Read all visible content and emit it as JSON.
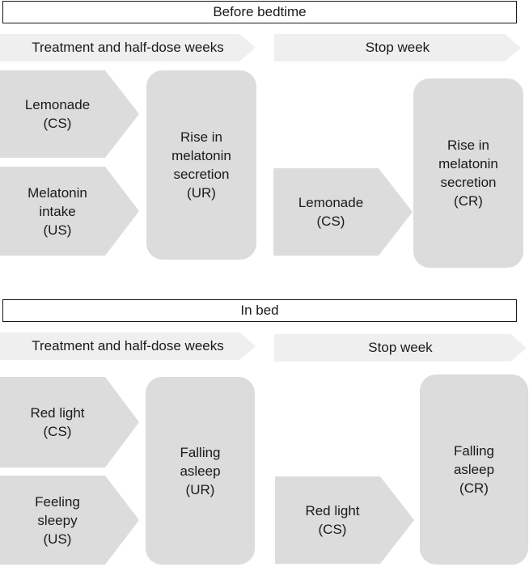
{
  "section1": {
    "title": "Before bedtime",
    "left_banner": "Treatment and half-dose weeks",
    "right_banner": "Stop week",
    "cs": "Lemonade\n(CS)",
    "us": "Melatonin\nintake\n(US)",
    "ur": "Rise in\nmelatonin\nsecretion\n(UR)",
    "stop_cs": "Lemonade\n(CS)",
    "cr": "Rise in\nmelatonin\nsecretion\n(CR)"
  },
  "section2": {
    "title": "In bed",
    "left_banner": "Treatment and half-dose weeks",
    "right_banner": "Stop week",
    "cs": "Red light\n(CS)",
    "us": "Feeling\nsleepy\n(US)",
    "ur": "Falling\nasleep\n(UR)",
    "stop_cs": "Red light\n(CS)",
    "cr": "Falling\nasleep\n(CR)"
  }
}
